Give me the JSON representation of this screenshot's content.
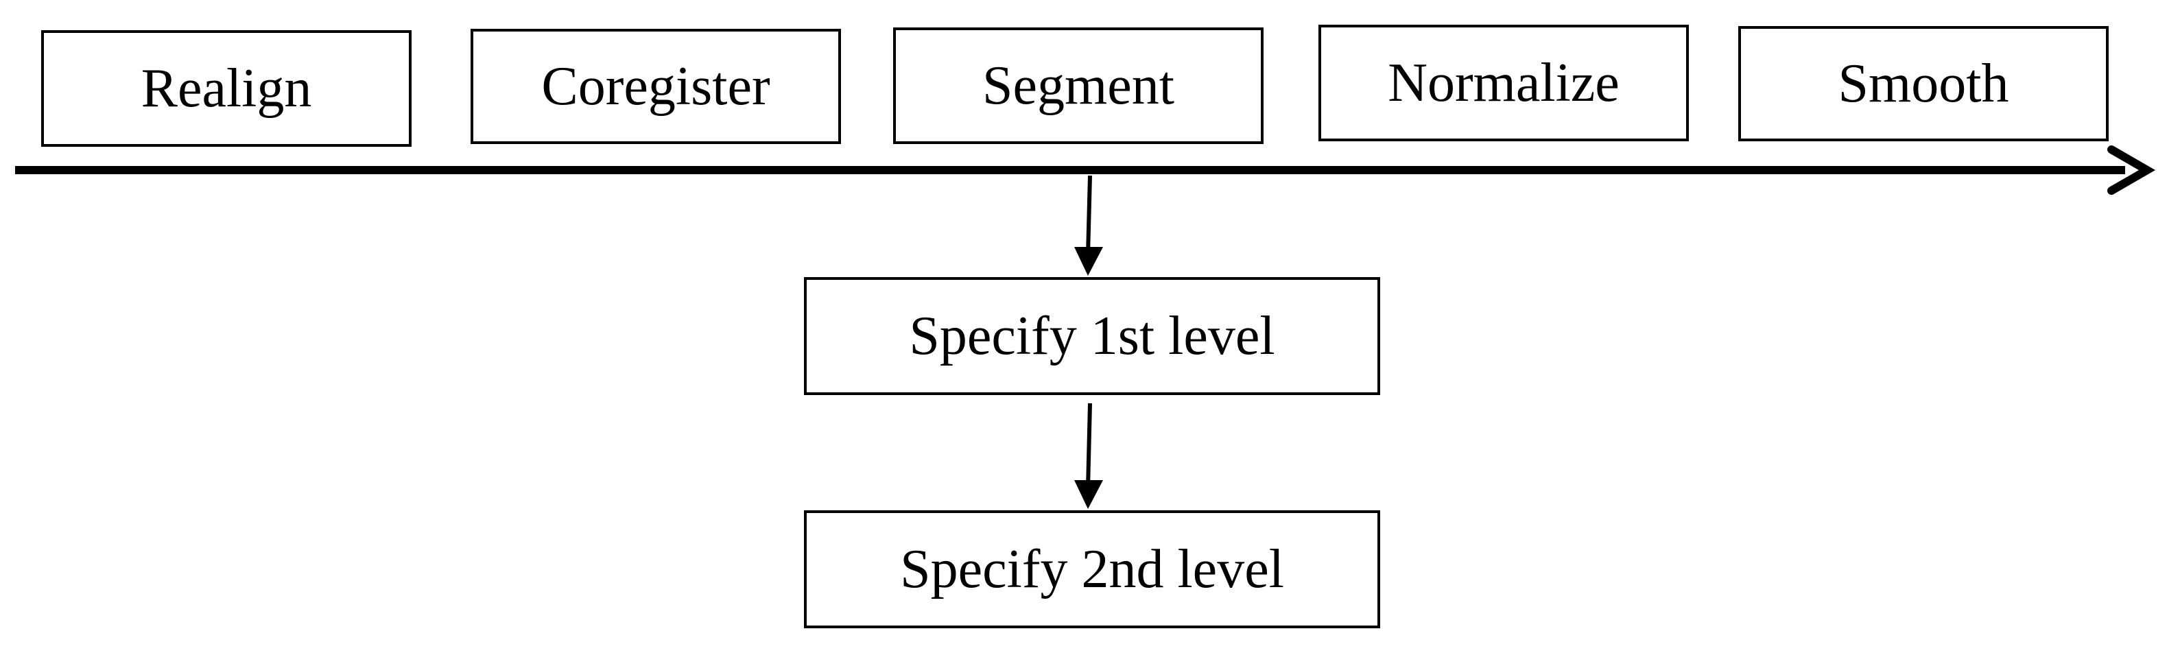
{
  "diagram": {
    "pipeline_steps": [
      {
        "label": "Realign"
      },
      {
        "label": "Coregister"
      },
      {
        "label": "Segment"
      },
      {
        "label": "Normalize"
      },
      {
        "label": "Smooth"
      }
    ],
    "first_level_label": "Specify 1st level",
    "second_level_label": "Specify 2nd level",
    "colors": {
      "stroke": "#000000",
      "background": "#ffffff",
      "text": "#000000"
    }
  }
}
